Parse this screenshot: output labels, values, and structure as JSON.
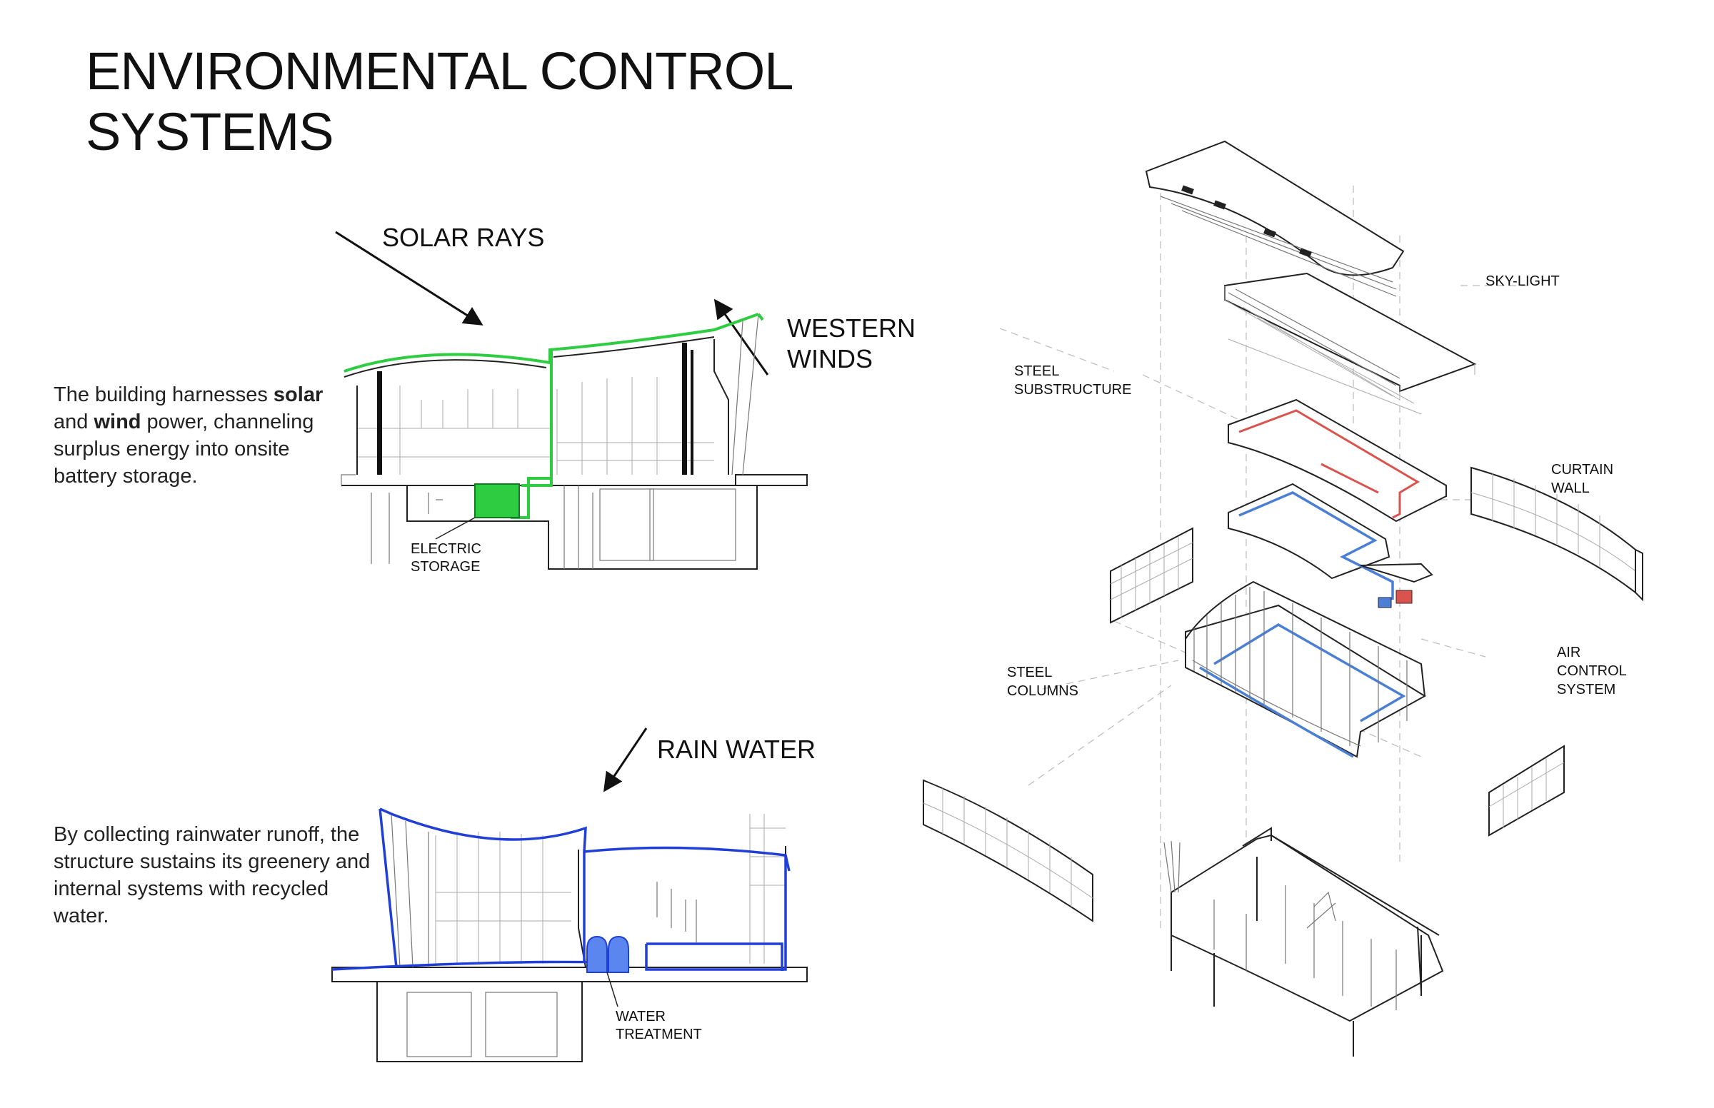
{
  "title": {
    "line1": "ENVIRONMENTAL CONTROL",
    "line2": "SYSTEMS"
  },
  "section_energy": {
    "arrow_label_solar": "SOLAR RAYS",
    "arrow_label_wind_1": "WESTERN",
    "arrow_label_wind_2": "WINDS",
    "description": {
      "line1_a": "The building harnesses ",
      "line1_b": "solar",
      "line2_a": "and ",
      "line2_b": "wind",
      "line2_c": " power, channeling",
      "line3": "surplus energy into onsite",
      "line4": "battery storage."
    },
    "callout_1": "ELECTRIC",
    "callout_2": "STORAGE",
    "highlight_color": "#2ecc40"
  },
  "section_water": {
    "arrow_label": "RAIN WATER",
    "description": {
      "line1": "By collecting rainwater runoff, the",
      "line2": "structure sustains its greenery and",
      "line3": "internal systems with recycled",
      "line4": "water."
    },
    "callout_1": "WATER",
    "callout_2": "TREATMENT",
    "highlight_color": "#1f3fd6"
  },
  "exploded_axonometric": {
    "labels": {
      "skylight": "SKY-LIGHT",
      "steel_substructure_1": "STEEL",
      "steel_substructure_2": "SUBSTRUCTURE",
      "curtain_wall_1": "CURTAIN",
      "curtain_wall_2": "WALL",
      "steel_columns_1": "STEEL",
      "steel_columns_2": "COLUMNS",
      "air_control_1": "AIR",
      "air_control_2": "CONTROL",
      "air_control_3": "SYSTEM"
    },
    "duct_colors": {
      "supply": "#4a7fd4",
      "return": "#d9534f"
    }
  }
}
